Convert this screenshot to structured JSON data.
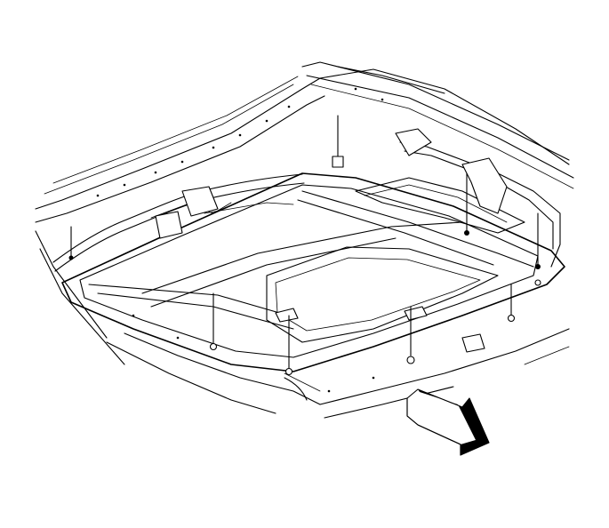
{
  "diagram": {
    "subject": "sunroof-frame-assembly",
    "colors": {
      "line": "#000000",
      "background": "#ffffff"
    },
    "fasteners": [
      {
        "id": "fastener-rear-left"
      },
      {
        "id": "fastener-rear-center"
      },
      {
        "id": "fastener-rear-right"
      },
      {
        "id": "fastener-front-left"
      },
      {
        "id": "fastener-front-center"
      },
      {
        "id": "fastener-front-right"
      },
      {
        "id": "fastener-mid-right"
      },
      {
        "id": "fastener-far-right"
      },
      {
        "id": "fastener-left-side"
      }
    ],
    "direction_arrow": {
      "icon": "front-direction-arrow-icon"
    }
  }
}
